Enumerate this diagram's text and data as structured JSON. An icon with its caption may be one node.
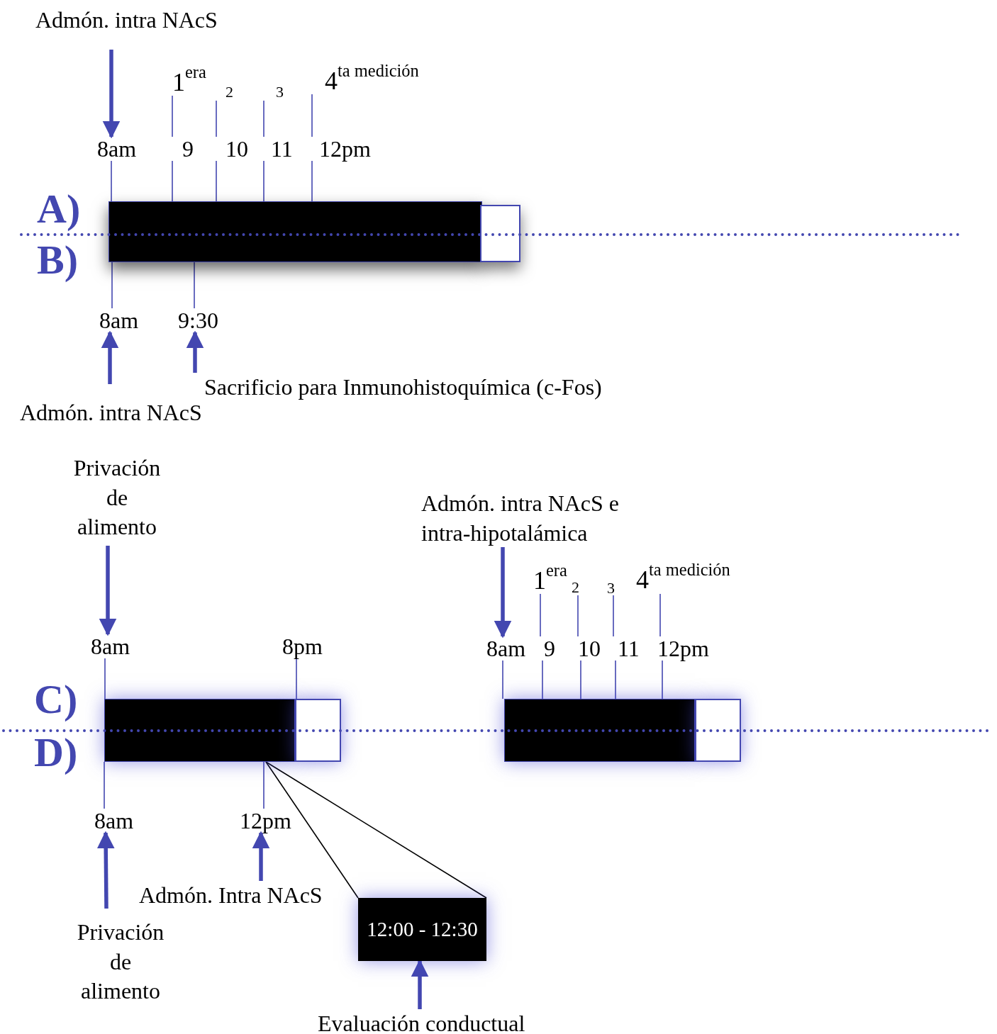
{
  "diagram": {
    "nodes": [
      {
        "text": [],
        "shape": "bar"
      },
      {
        "text": [],
        "shape": "box"
      },
      {
        "text": [],
        "shape": "bar"
      },
      {
        "text": [],
        "shape": "box"
      },
      {
        "text": [],
        "shape": "bar"
      },
      {
        "text": [],
        "shape": "box"
      },
      {
        "text": [
          "12:00 - 12:30"
        ]
      },
      {
        "text": [
          "Admón. intra NAcS"
        ]
      },
      {
        "text": [
          "Admón. intra NAcS"
        ]
      },
      {
        "text": [
          "Sacrificio para Inmunohistoquímica (c-Fos)"
        ]
      },
      {
        "text": [
          "Privación de alimento"
        ]
      },
      {
        "text": [
          "Admón. intra NAcS e intra-hipotalámica"
        ]
      },
      {
        "text": [
          "Privación de alimento"
        ]
      },
      {
        "text": [
          "Admón. Intra NAcS"
        ]
      },
      {
        "text": [
          "Evaluación conductual"
        ]
      },
      {
        "text": [
          "8am"
        ]
      },
      {
        "text": [
          "9"
        ]
      },
      {
        "text": [
          "10"
        ]
      },
      {
        "text": [
          "11"
        ]
      },
      {
        "text": [
          "12pm"
        ]
      },
      {
        "text": [
          "8am"
        ]
      },
      {
        "text": [
          "9:30"
        ]
      },
      {
        "text": [
          "8am"
        ]
      },
      {
        "text": [
          "8pm"
        ]
      },
      {
        "text": [
          "8am"
        ]
      },
      {
        "text": [
          "12pm"
        ]
      },
      {
        "text": [
          "8am"
        ]
      },
      {
        "text": [
          "9"
        ]
      },
      {
        "text": [
          "10"
        ]
      },
      {
        "text": [
          "11"
        ]
      },
      {
        "text": [
          "12pm"
        ]
      },
      {
        "text": [
          "1$^{era}$"
        ]
      },
      {
        "text": [
          "2"
        ]
      },
      {
        "text": [
          "3"
        ]
      },
      {
        "text": [
          "4$^{ta medición}$"
        ]
      },
      {
        "text": [
          "1$^{era}$"
        ]
      },
      {
        "text": [
          "2"
        ]
      },
      {
        "text": [
          "3"
        ]
      },
      {
        "text": [
          "4$^{ta medición}$"
        ]
      }
    ],
    "edges": [
      {
        "from": 7,
        "to": 15,
        "arrow": "to",
        "style": "thick"
      },
      {
        "from": 8,
        "to": 20,
        "arrow": "to",
        "style": "thick"
      },
      {
        "from": 9,
        "to": 21,
        "arrow": "to",
        "style": "thick"
      },
      {
        "from": 10,
        "to": 22,
        "arrow": "to",
        "style": "thick"
      },
      {
        "from": 11,
        "to": 26,
        "arrow": "to",
        "style": "thick"
      },
      {
        "from": 12,
        "to": 24,
        "arrow": "to",
        "style": "thick"
      },
      {
        "from": 13,
        "to": 25,
        "arrow": "to",
        "style": "thick"
      },
      {
        "from": 14,
        "to": 6,
        "arrow": "to",
        "style": "thick"
      },
      {
        "from": 2,
        "to": 6,
        "arrow": "none",
        "color": "#000000"
      },
      {
        "from": 2,
        "to": 6,
        "arrow": "none",
        "color": "#000000"
      },
      {
        "from": 0,
        "to": 15,
        "arrow": "none"
      },
      {
        "from": 0,
        "to": 16,
        "arrow": "none"
      },
      {
        "from": 0,
        "to": 17,
        "arrow": "none"
      },
      {
        "from": 0,
        "to": 18,
        "arrow": "none"
      },
      {
        "from": 0,
        "to": 19,
        "arrow": "none"
      },
      {
        "from": 0,
        "to": 20,
        "arrow": "none"
      },
      {
        "from": 0,
        "to": 21,
        "arrow": "none"
      },
      {
        "from": 2,
        "to": 22,
        "arrow": "none"
      },
      {
        "from": 3,
        "to": 23,
        "arrow": "none"
      },
      {
        "from": 2,
        "to": 24,
        "arrow": "none"
      },
      {
        "from": 2,
        "to": 25,
        "arrow": "none"
      },
      {
        "from": 4,
        "to": 26,
        "arrow": "none"
      },
      {
        "from": 4,
        "to": 27,
        "arrow": "none"
      },
      {
        "from": 4,
        "to": 28,
        "arrow": "none"
      },
      {
        "from": 4,
        "to": 29,
        "arrow": "none"
      },
      {
        "from": 4,
        "to": 30,
        "arrow": "none"
      },
      {
        "from": 31,
        "to": 16,
        "arrow": "none"
      },
      {
        "from": 32,
        "to": 17,
        "arrow": "none"
      },
      {
        "from": 33,
        "to": 18,
        "arrow": "none"
      },
      {
        "from": 34,
        "to": 19,
        "arrow": "none"
      },
      {
        "from": 35,
        "to": 27,
        "arrow": "none"
      },
      {
        "from": 36,
        "to": 28,
        "arrow": "none"
      },
      {
        "from": 37,
        "to": 29,
        "arrow": "none"
      },
      {
        "from": 38,
        "to": 30,
        "arrow": "none"
      }
    ],
    "labels": [
      "A)",
      "B)",
      "C)",
      "D)"
    ]
  }
}
